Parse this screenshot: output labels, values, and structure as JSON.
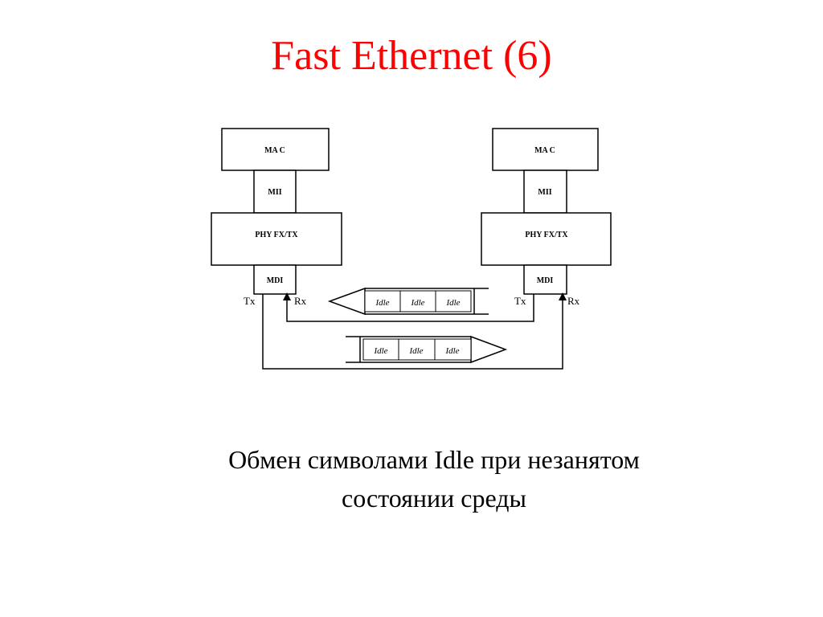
{
  "slide": {
    "title": "Fast Ethernet (6)",
    "title_color": "#ff0000"
  },
  "diagram": {
    "left_station": {
      "mac": "MA C",
      "mii": "MII",
      "phy": "PHY FX/TX",
      "mdi": "MDI",
      "tx": "Tx",
      "rx": "Rx"
    },
    "right_station": {
      "mac": "MA C",
      "mii": "MII",
      "phy": "PHY FX/TX",
      "mdi": "MDI",
      "tx": "Tx",
      "rx": "Rx"
    },
    "upper_stream": {
      "direction": "left",
      "symbols": [
        "Idle",
        "Idle",
        "Idle"
      ]
    },
    "lower_stream": {
      "direction": "right",
      "symbols": [
        "Idle",
        "Idle",
        "Idle"
      ]
    }
  },
  "caption": {
    "line1": "Обмен символами Idle при незанятом",
    "line2": "состоянии среды"
  }
}
